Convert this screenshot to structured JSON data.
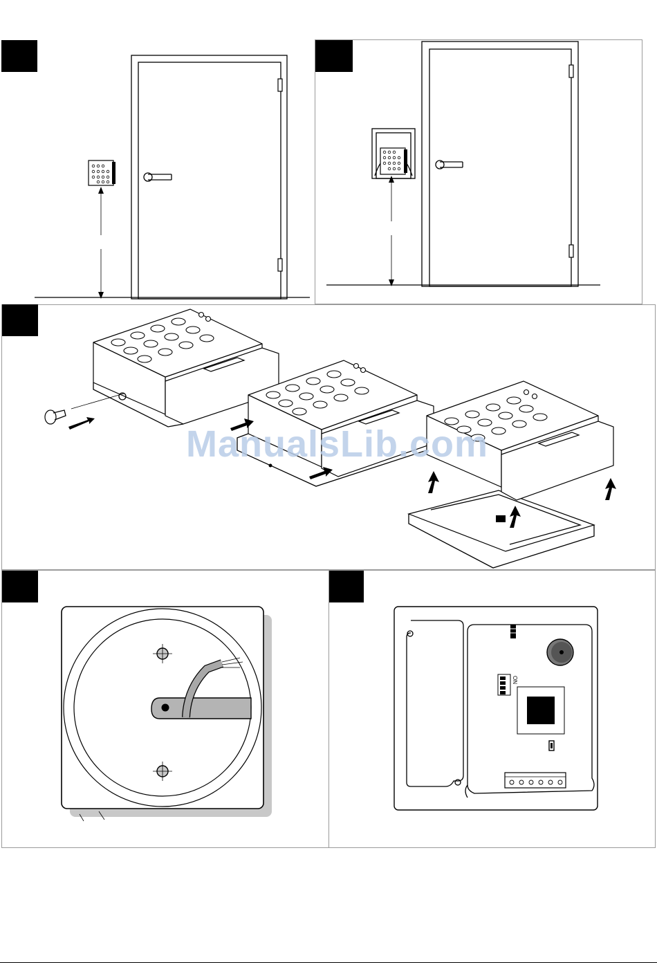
{
  "document": {
    "watermark": "ManualsLib.com",
    "panels": [
      {
        "id": "panel-1",
        "step": ""
      },
      {
        "id": "panel-2",
        "step": ""
      },
      {
        "id": "panel-3",
        "step": ""
      },
      {
        "id": "panel-4",
        "step": ""
      },
      {
        "id": "panel-5",
        "step": ""
      }
    ],
    "dip_switch_label": "ON"
  }
}
